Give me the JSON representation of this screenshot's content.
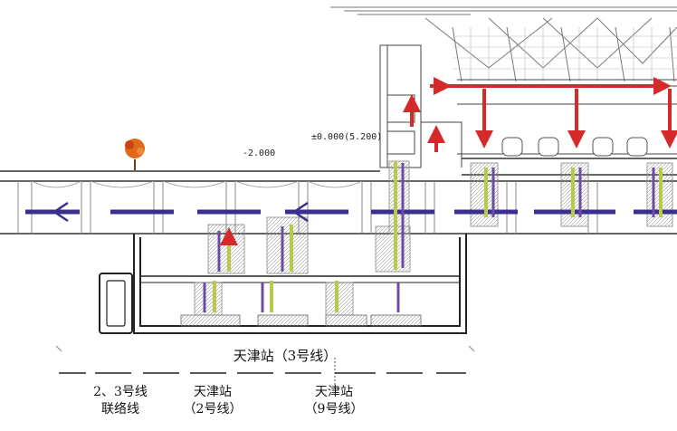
{
  "elevations": {
    "concourse": "-2.000",
    "ground": "±0.000(5.200)"
  },
  "labels": {
    "main_station": "天津站（3号线）",
    "link_line_1": "2、3号线",
    "link_line_2": "联络线",
    "line2_1": "天津站",
    "line2_2": "（2号线）",
    "line9_1": "天津站",
    "line9_2": "（9号线）"
  },
  "colors": {
    "flow_red": "#d42a2a",
    "passage_blue": "#3a2f8f",
    "stair_green": "#b9c94a",
    "stair_purple": "#6a4fa0",
    "tree_orange": "#e06a1c",
    "structure": "#333333"
  }
}
